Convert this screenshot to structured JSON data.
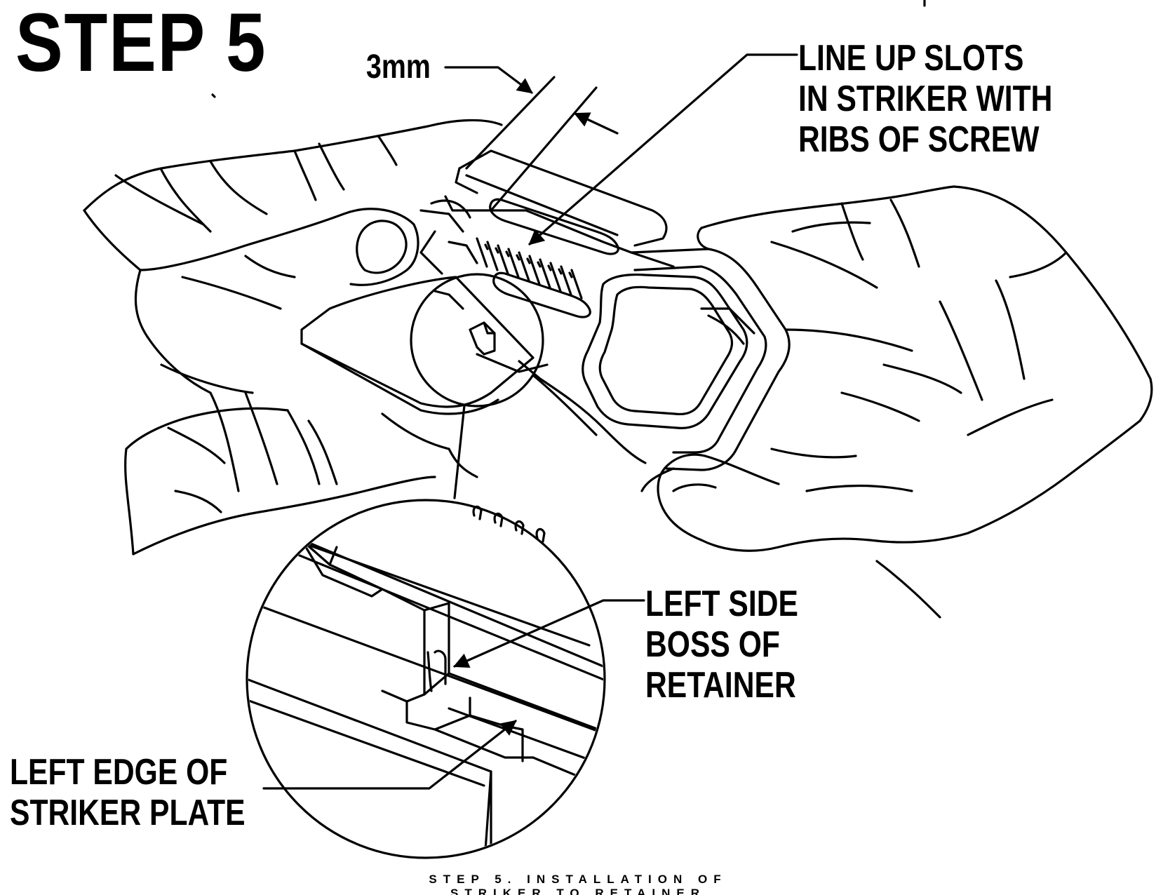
{
  "figure": {
    "step_title": "STEP 5",
    "dimension_label": "3mm",
    "callouts": {
      "line_up_slots": [
        "LINE UP SLOTS",
        "IN STRIKER WITH",
        "RIBS OF SCREW"
      ],
      "left_side_boss": [
        "LEFT SIDE",
        "BOSS OF",
        "RETAINER"
      ],
      "left_edge": [
        "LEFT EDGE OF",
        "STRIKER PLATE"
      ]
    },
    "caption": [
      "STEP 5.  INSTALLATION OF",
      "STRIKER TO RETAINER"
    ]
  },
  "colors": {
    "ink": "#000000",
    "paper": "#ffffff"
  },
  "illustration": {
    "subject": "two hands holding striker plate over retainer",
    "detail_view": "magnified circle of left side boss and striker plate edge"
  }
}
